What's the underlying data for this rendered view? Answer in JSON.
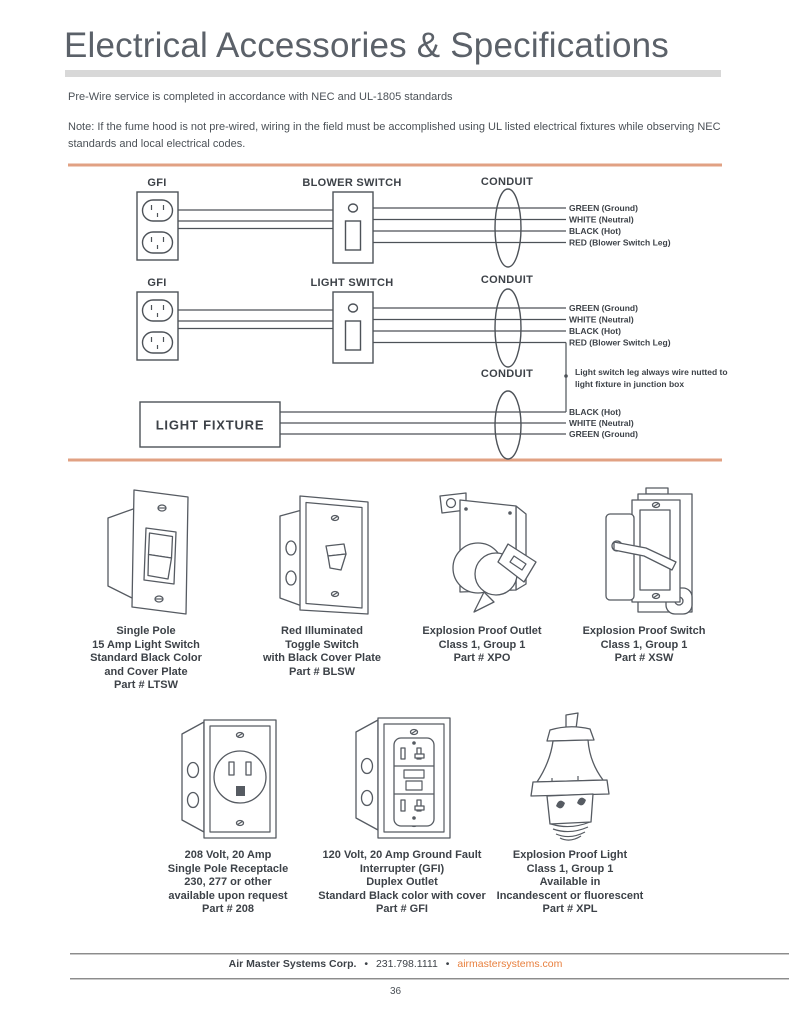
{
  "header": {
    "title": "Electrical Accessories & Specifications"
  },
  "intro": {
    "line1": "Pre-Wire service is completed in accordance with NEC and UL-1805 standards",
    "note": "Note: If the fume hood is not pre-wired, wiring in the field must be accomplished using UL listed electrical fixtures while observing NEC standards and local electrical codes."
  },
  "diagram": {
    "blower_row": {
      "gfi": "GFI",
      "switch": "BLOWER SWITCH",
      "conduit": "CONDUIT",
      "wires": [
        "GREEN (Ground)",
        "WHITE (Neutral)",
        "BLACK (Hot)",
        "RED (Blower Switch Leg)"
      ]
    },
    "light_row": {
      "gfi": "GFI",
      "switch": "LIGHT SWITCH",
      "conduit": "CONDUIT",
      "wires": [
        "GREEN (Ground)",
        "WHITE (Neutral)",
        "BLACK (Hot)",
        "RED (Blower Switch Leg)"
      ]
    },
    "fixture_row": {
      "conduit": "CONDUIT",
      "fixture": "LIGHT FIXTURE",
      "wires": [
        "BLACK (Hot)",
        "WHITE (Neutral)",
        "GREEN (Ground)"
      ],
      "note_line1": "Light switch leg always wire nutted to",
      "note_line2": "light fixture in junction box"
    }
  },
  "products": [
    {
      "id": "LTSW",
      "caption": [
        "Single Pole",
        "15 Amp Light Switch",
        "Standard Black Color",
        "and Cover Plate",
        "Part # LTSW"
      ]
    },
    {
      "id": "BLSW",
      "caption": [
        "Red Illuminated",
        "Toggle Switch",
        "with Black Cover Plate",
        "Part # BLSW"
      ]
    },
    {
      "id": "XPO",
      "caption": [
        "Explosion Proof Outlet",
        "Class 1, Group 1",
        "Part # XPO"
      ]
    },
    {
      "id": "XSW",
      "caption": [
        "Explosion Proof Switch",
        "Class 1, Group 1",
        "Part # XSW"
      ]
    },
    {
      "id": "208",
      "caption": [
        "208 Volt, 20 Amp",
        "Single Pole Receptacle",
        "230, 277 or other",
        "available upon request",
        "Part # 208"
      ]
    },
    {
      "id": "GFI",
      "caption": [
        "120 Volt, 20 Amp Ground Fault",
        "Interrupter (GFI)",
        "Duplex Outlet",
        "Standard Black color with cover",
        "Part # GFI"
      ]
    },
    {
      "id": "XPL",
      "caption": [
        "Explosion Proof Light",
        "Class 1, Group 1",
        "Available in",
        "Incandescent or fluorescent",
        "Part # XPL"
      ]
    }
  ],
  "footer": {
    "company": "Air Master Systems Corp.",
    "bullet": "•",
    "phone": "231.798.1111",
    "website": "airmastersystems.com",
    "page_number": "36"
  },
  "colors": {
    "accent_orange": "#E1A183",
    "link_orange": "#E8803F",
    "title_gray": "#5B6169",
    "body_gray": "#4B5157",
    "caption_gray": "#3D4248",
    "title_rule_gray": "#D8D8D8",
    "diagram_line": "#4D5258"
  }
}
